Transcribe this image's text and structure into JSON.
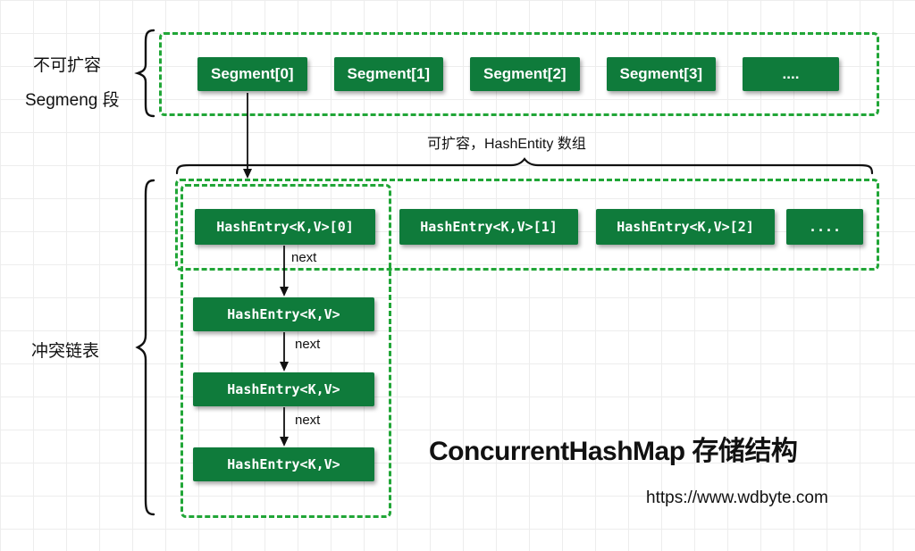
{
  "diagram": {
    "segment_section_label_line1": "不可扩容",
    "segment_section_label_line2": "Segmeng 段",
    "segments": [
      "Segment[0]",
      "Segment[1]",
      "Segment[2]",
      "Segment[3]",
      "...."
    ],
    "array_label": "可扩容，HashEntity 数组",
    "hash_entries": [
      "HashEntry<K,V>[0]",
      "HashEntry<K,V>[1]",
      "HashEntry<K,V>[2]",
      "...."
    ],
    "chain_label": "冲突链表",
    "chain_nodes": [
      "HashEntry<K,V>",
      "HashEntry<K,V>",
      "HashEntry<K,V>"
    ],
    "next_label": "next",
    "title": "ConcurrentHashMap 存储结构",
    "url": "https://www.wdbyte.com"
  },
  "colors": {
    "box_green": "#0f7b3b",
    "dash_green": "#21a637",
    "ink": "#111111"
  }
}
